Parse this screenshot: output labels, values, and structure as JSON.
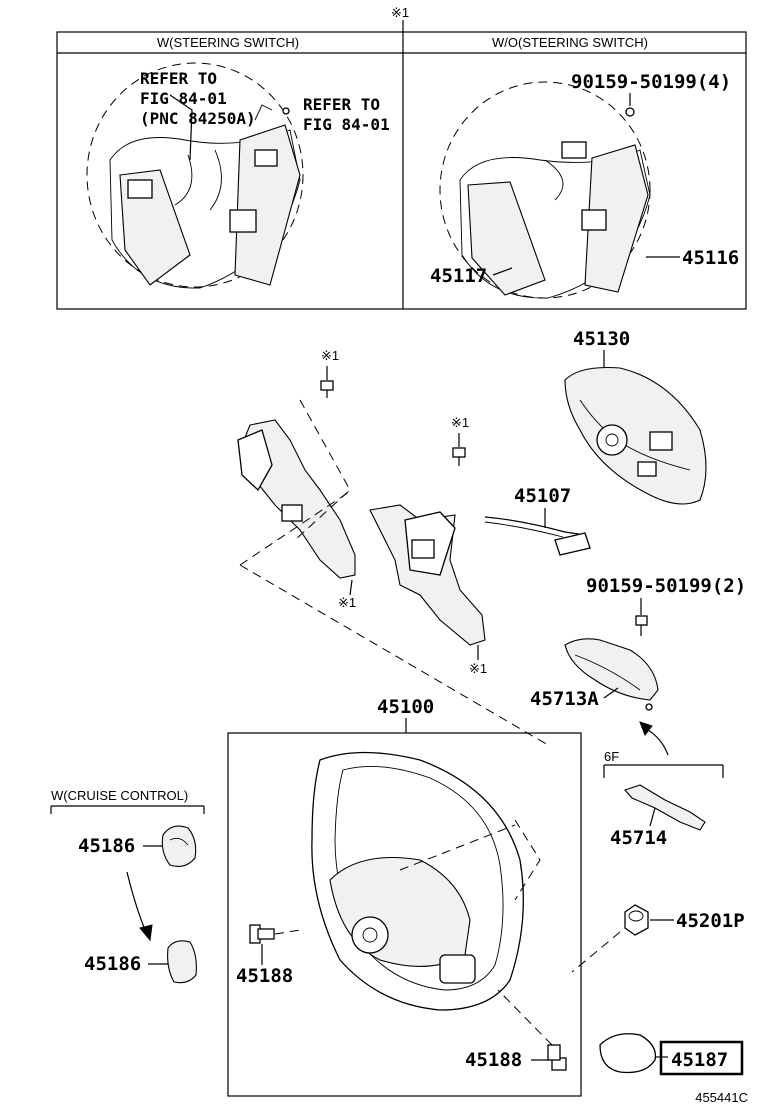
{
  "mark_note": "※1",
  "inset": {
    "left_title": "W(STEERING SWITCH)",
    "right_title": "W/O(STEERING SWITCH)",
    "left_refs": {
      "refer1_l1": "REFER TO",
      "refer1_l2": "FIG 84-01",
      "refer1_l3": "(PNC 84250A)",
      "refer2_l1": "REFER TO",
      "refer2_l2": "FIG 84-01"
    },
    "right_labels": {
      "screw": "90159-50199(4)",
      "cover_r": "45116",
      "cover_l": "45117"
    }
  },
  "parts": {
    "pad": "45130",
    "wire": "45107",
    "screw2": "90159-50199(2)",
    "cover": "45713A",
    "six_f": "6F",
    "bracket": "45714",
    "wheel": "45100",
    "cruise_title": "W(CRUISE CONTROL)",
    "sw_a": "45186",
    "sw_b": "45186",
    "bolt_a": "45188",
    "bolt_b": "45188",
    "nut": "45201P",
    "cap": "45187"
  },
  "marks": {
    "m1": "※1",
    "m2": "※1",
    "m3": "※1",
    "m4": "※1"
  },
  "figure_code": "455441C"
}
